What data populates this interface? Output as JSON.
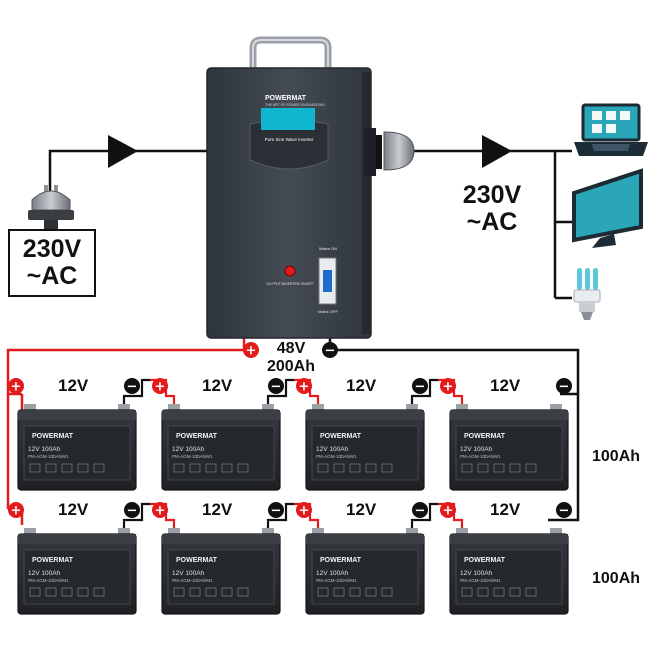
{
  "ac_input": {
    "voltage": "230V",
    "type": "~AC"
  },
  "ac_output": {
    "voltage": "230V",
    "type": "~AC"
  },
  "inverter": {
    "brand": "POWERMAT",
    "tagline": "THE ART OF POWER ENGINEERING",
    "display_title": "Pure Sine Wave Inverter",
    "switch_label": "OUTPUT/INVERTER ON/OFF",
    "mains_on": "Mains ON",
    "mains_off": "Mains OFF"
  },
  "system": {
    "voltage": "48V",
    "capacity": "200Ah"
  },
  "battery": {
    "brand": "POWERMAT",
    "spec_line1": "12V   100Ah",
    "spec_line2": "PM-AGM-100Ah/M1",
    "voltage": "12V"
  },
  "rows": [
    {
      "capacity": "100Ah"
    },
    {
      "capacity": "100Ah"
    }
  ],
  "terminals": {
    "positive": "+",
    "negative": "−"
  },
  "icons": [
    "plug-icon",
    "laptop-icon",
    "monitor-icon",
    "bulb-icon"
  ],
  "colors": {
    "positive_wire": "#e21b1b",
    "negative_wire": "#111111",
    "inverter_body": "#3b4149",
    "battery_body": "#2a2d31",
    "device_teal": "#2aa6b8"
  }
}
